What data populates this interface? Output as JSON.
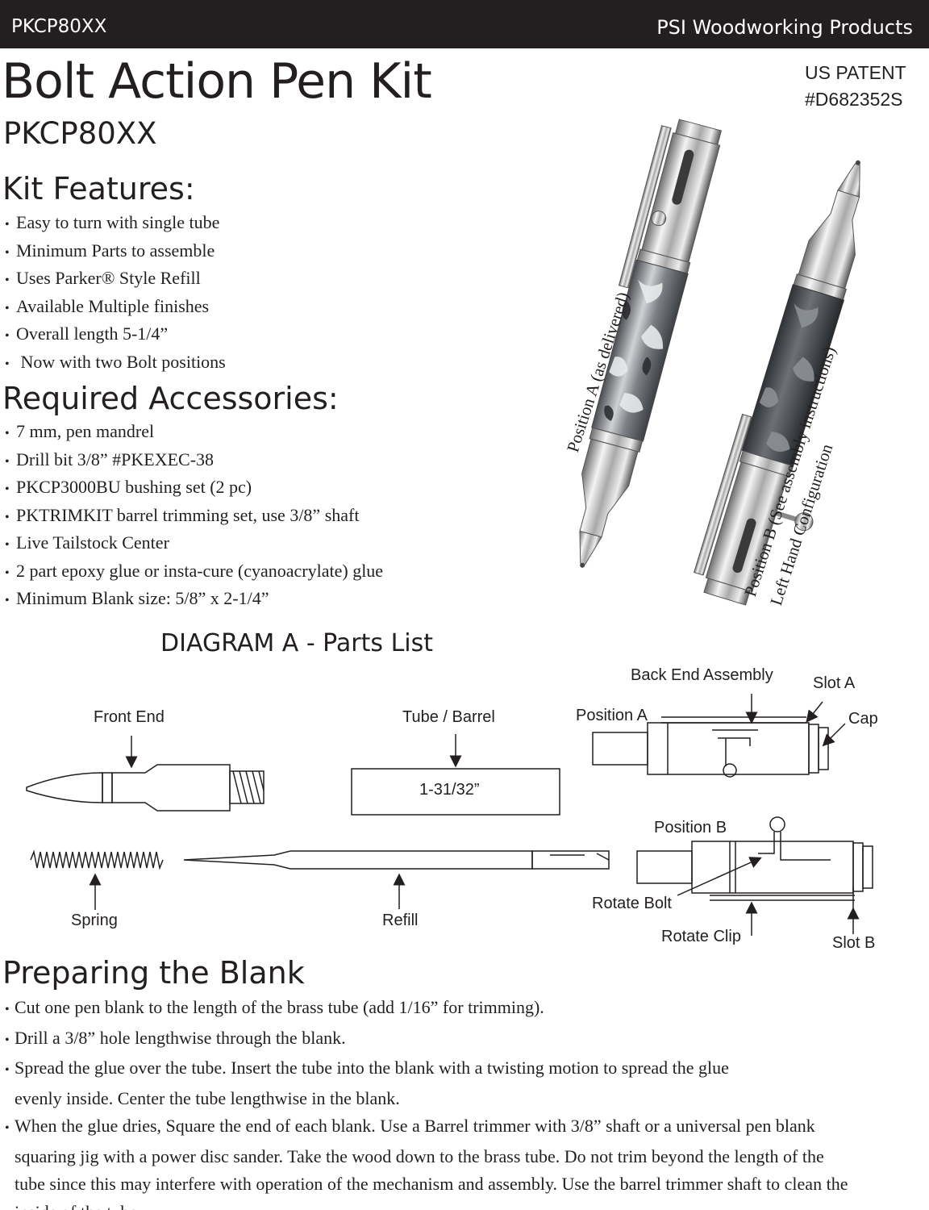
{
  "header": {
    "code": "PKCP80XX",
    "brand": "PSI Woodworking Products"
  },
  "title": "Bolt Action Pen Kit",
  "subtitle": "PKCP80XX",
  "patent": {
    "line1": "US PATENT",
    "line2": "#D682352S"
  },
  "features": {
    "heading": "Kit Features:",
    "items": [
      "Easy to turn with single tube",
      "Minimum Parts to assemble",
      "Uses Parker® Style Refill",
      "Available Multiple finishes",
      "Overall length 5-1/4”",
      " Now with two Bolt positions"
    ]
  },
  "accessories": {
    "heading": "Required Accessories:",
    "items": [
      "7 mm, pen mandrel",
      "Drill bit 3/8” #PKEXEC-38",
      "PKCP3000BU bushing set (2 pc)",
      "PKTRIMKIT barrel trimming set, use 3/8” shaft",
      "Live Tailstock Center",
      "2 part epoxy glue or insta-cure (cyanoacrylate) glue",
      "Minimum Blank size: 5/8” x 2-1/4”"
    ]
  },
  "photo": {
    "position_a": "Position A (as delivered)",
    "position_b_line1": "Position B (See assembly instructions)",
    "position_b_line2": "Left Hand Configuration"
  },
  "diagram": {
    "title": "DIAGRAM A - Parts List",
    "front_end": "Front End",
    "tube_barrel": "Tube / Barrel",
    "tube_length": "1-31/32”",
    "spring": "Spring",
    "refill": "Refill",
    "back_end_assembly": "Back End Assembly",
    "slot_a": "Slot A",
    "position_a": "Position A",
    "cap": "Cap",
    "position_b": "Position B",
    "rotate_bolt": "Rotate Bolt",
    "rotate_clip": "Rotate Clip",
    "slot_b": "Slot B"
  },
  "preparing": {
    "heading": "Preparing the Blank",
    "items": [
      "Cut one pen blank to the length of the brass tube (add 1/16” for trimming).",
      "Drill a 3/8” hole lengthwise through the blank.",
      "Spread the glue over the tube. Insert the tube into the blank with a twisting motion to spread the glue evenly inside. Center the tube lengthwise in the blank.",
      "When the glue dries, Square the end of each blank. Use a Barrel trimmer with 3/8” shaft or a universal pen blank squaring jig with a power disc sander. Take the wood down to the brass tube. Do not trim beyond the length of the tube since this may interfere with operation of the mechanism and assembly. Use   the barrel trimmer shaft to clean the inside of the tube."
    ]
  }
}
